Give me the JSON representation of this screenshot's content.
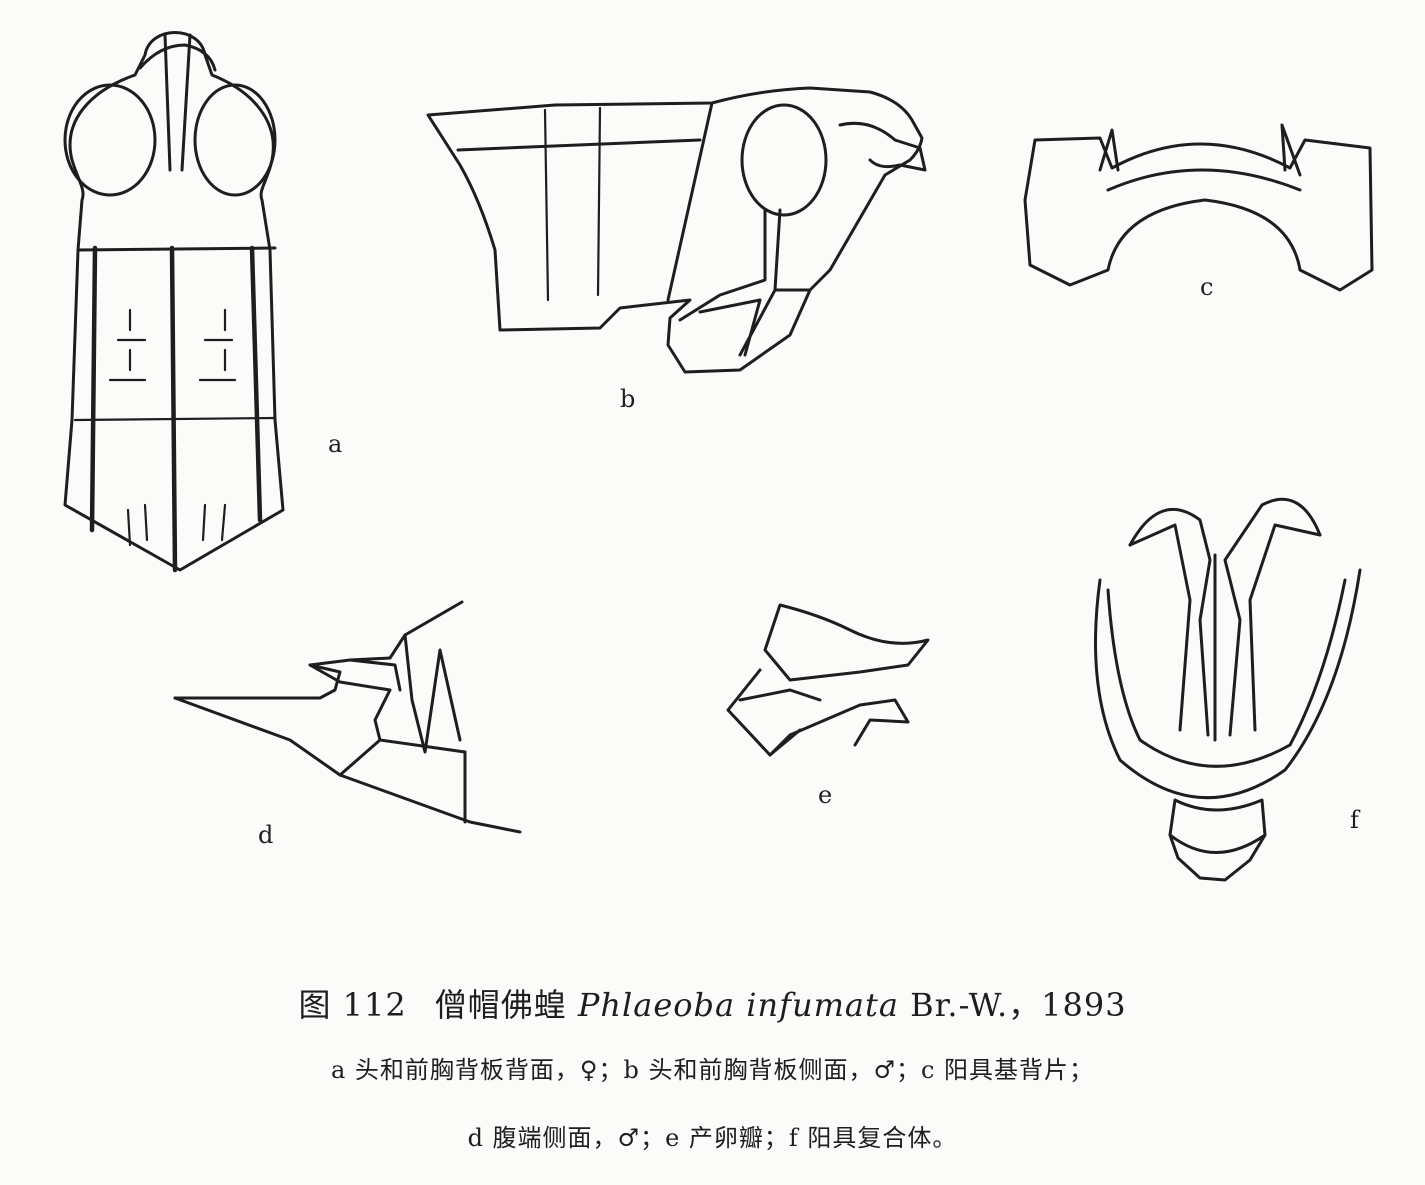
{
  "figure": {
    "panels": [
      {
        "id": "a",
        "label": "a"
      },
      {
        "id": "b",
        "label": "b"
      },
      {
        "id": "c",
        "label": "c"
      },
      {
        "id": "d",
        "label": "d"
      },
      {
        "id": "e",
        "label": "e"
      },
      {
        "id": "f",
        "label": "f"
      }
    ]
  },
  "caption": {
    "fig_no": "图 112",
    "common_name": "僧帽佛蝗",
    "scientific_name": "Phlaeoba infumata",
    "authority": "Br.-W.，1893",
    "line1": "a 头和前胸背板背面，♀；b 头和前胸背板侧面，♂；c 阳具基背片；",
    "line2": "d 腹端侧面，♂；e 产卵瓣；f 阳具复合体。"
  }
}
